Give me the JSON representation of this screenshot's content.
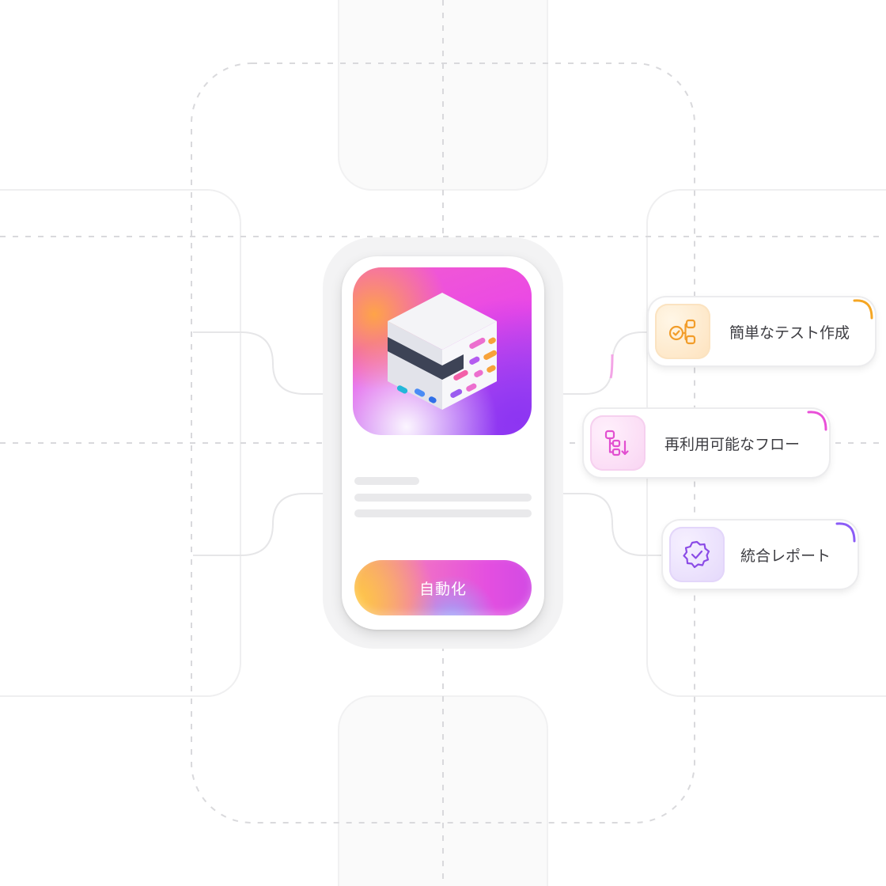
{
  "app": {
    "cta_label": "自動化",
    "icon_name": "cube-app-icon"
  },
  "features": [
    {
      "label": "簡単なテスト作成",
      "icon": "flow-check-icon",
      "accent": "#f5a623",
      "tint": "#fde8c8"
    },
    {
      "label": "再利用可能なフロー",
      "icon": "reusable-flow-icon",
      "accent": "#e94fd8",
      "tint": "#f8d7f3"
    },
    {
      "label": "統合レポート",
      "icon": "badge-check-icon",
      "accent": "#8b5cf6",
      "tint": "#e7dcfb"
    }
  ],
  "colors": {
    "background": "#ffffff",
    "grid_line": "#d9d9dc",
    "panel_border": "#eeeeef"
  }
}
